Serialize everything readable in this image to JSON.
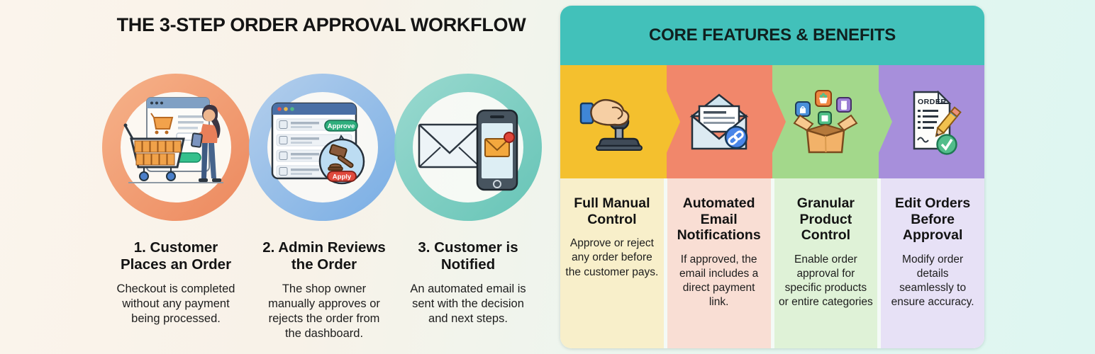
{
  "workflow": {
    "title": "THE 3-STEP ORDER APPROVAL WORKFLOW",
    "steps": [
      {
        "title": "1. Customer\nPlaces an Order",
        "description": "Checkout is completed\nwithout any payment\nbeing processed.",
        "icon": "customer-cart-illustration",
        "ring_from": "#f5ab80",
        "ring_to": "#ec8356"
      },
      {
        "title": "2. Admin Reviews\nthe Order",
        "description": "The shop owner\nmanually approves or\nrejects the order from\nthe dashboard.",
        "icon": "admin-dashboard-illustration",
        "ring_from": "#a9c9ec",
        "ring_to": "#6fa8e4",
        "approve_label": "Approve",
        "apply_label": "Apply"
      },
      {
        "title": "3. Customer is\nNotified",
        "description": "An automated email is\nsent with the decision\nand next steps.",
        "icon": "email-phone-illustration",
        "ring_from": "#90d6cc",
        "ring_to": "#5fc2b4"
      }
    ]
  },
  "features": {
    "title": "CORE FEATURES & BENEFITS",
    "header_color": "#42c1ba",
    "items": [
      {
        "title": "Full Manual\nControl",
        "description": "Approve or reject\nany order before\nthe customer pays.",
        "icon": "hand-stamp-icon",
        "icon_bg": "#f4c02e",
        "body_bg": "#f8efca"
      },
      {
        "title": "Automated\nEmail\nNotifications",
        "description": "If approved, the\nemail includes a\ndirect payment\nlink.",
        "icon": "email-link-icon",
        "icon_bg": "#f1876b",
        "body_bg": "#f9ded4"
      },
      {
        "title": "Granular\nProduct\nControl",
        "description": "Enable order\napproval for\nspecific products\nor entire categories",
        "icon": "product-box-icon",
        "icon_bg": "#a3d88b",
        "body_bg": "#dff2d7"
      },
      {
        "title": "Edit Orders\nBefore\nApproval",
        "description": "Modify order\ndetails\nseamlessly to\nensure accuracy.",
        "icon": "order-edit-icon",
        "icon_bg": "#a78fdb",
        "body_bg": "#e7e1f6",
        "doc_label": "ORDER"
      }
    ]
  }
}
